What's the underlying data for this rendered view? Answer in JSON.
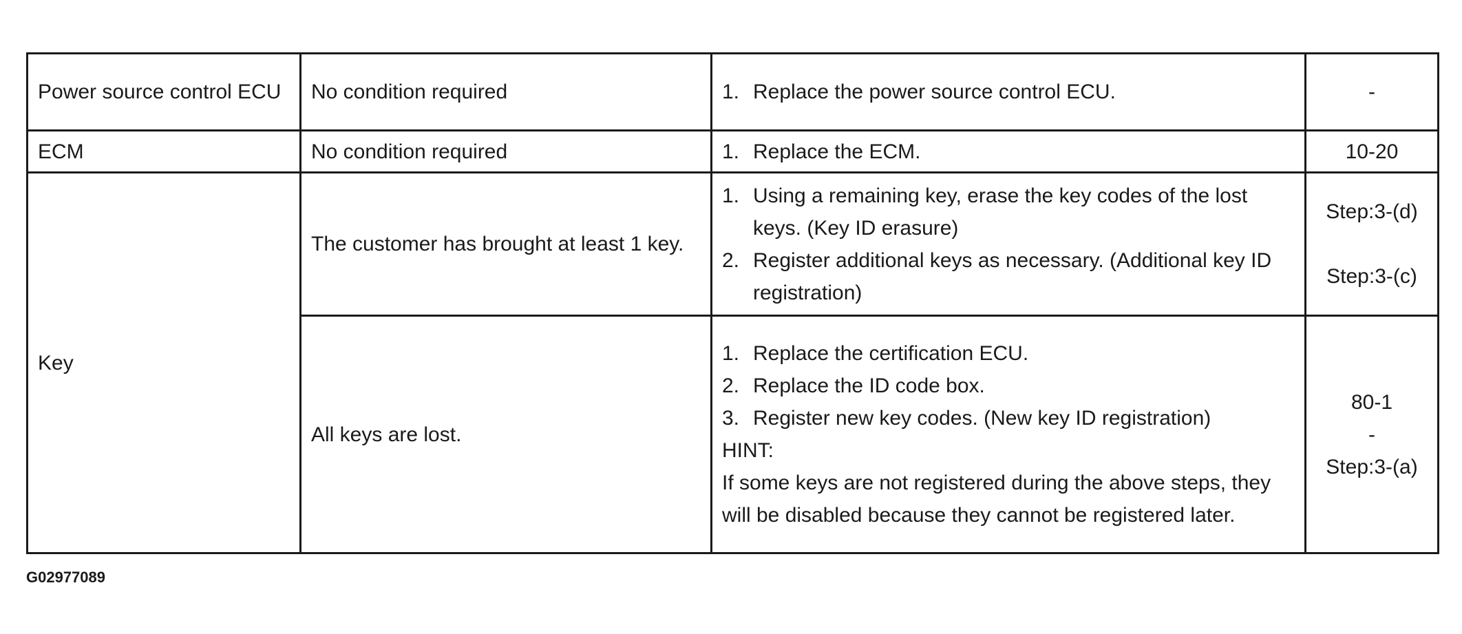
{
  "table": {
    "row_power": {
      "part": "Power source control ECU",
      "condition": "No condition required",
      "steps": [
        {
          "num": "1.",
          "text": "Replace the power source control ECU."
        }
      ],
      "reference": "-"
    },
    "row_ecm": {
      "part": "ECM",
      "condition": "No condition required",
      "steps": [
        {
          "num": "1.",
          "text": "Replace the ECM."
        }
      ],
      "reference": "10-20"
    },
    "row_key": {
      "part": "Key",
      "sub_brought": {
        "condition": "The customer has brought at least 1 key.",
        "steps": [
          {
            "num": "1.",
            "text": "Using a remaining key, erase the key codes of the lost keys. (Key ID erasure)"
          },
          {
            "num": "2.",
            "text": "Register additional keys as necessary. (Additional key ID registration)"
          }
        ],
        "references": [
          "Step:3-(d)",
          "Step:3-(c)"
        ]
      },
      "sub_lost": {
        "condition": "All keys are lost.",
        "steps": [
          {
            "num": "1.",
            "text": "Replace the certification ECU."
          },
          {
            "num": "2.",
            "text": "Replace the ID code box."
          },
          {
            "num": "3.",
            "text": "Register new key codes. (New key ID registration)"
          }
        ],
        "hint_label": "HINT:",
        "hint_text": "If some keys are not registered during the above steps, they will be disabled because they cannot be registered later.",
        "references": [
          "80-1",
          "-",
          "Step:3-(a)"
        ]
      }
    }
  },
  "figure_id": "G02977089"
}
